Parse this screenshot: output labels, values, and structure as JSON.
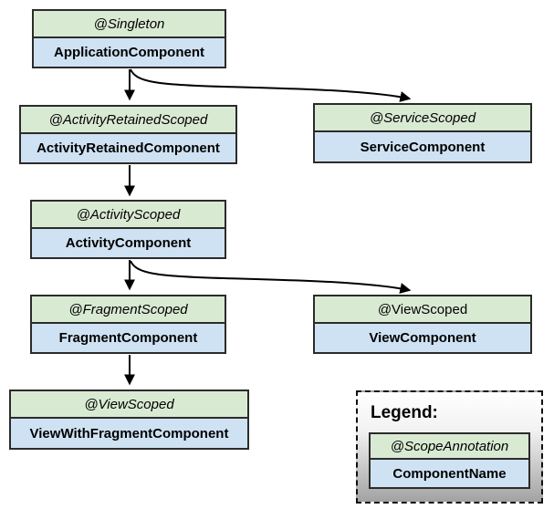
{
  "diagram": {
    "colors": {
      "scope_bg": "#d9ead3",
      "component_bg": "#cfe2f3",
      "border": "#2b2b2b",
      "arrow": "#000000",
      "legend_gradient_top": "#ffffff",
      "legend_gradient_bottom": "#a2a2a2"
    },
    "nodes": [
      {
        "id": "application",
        "scope": "@Singleton",
        "scope_italic": true,
        "component": "ApplicationComponent"
      },
      {
        "id": "activity_retained",
        "scope": "@ActivityRetainedScoped",
        "scope_italic": true,
        "component": "ActivityRetainedComponent"
      },
      {
        "id": "service",
        "scope": "@ServiceScoped",
        "scope_italic": true,
        "component": "ServiceComponent"
      },
      {
        "id": "activity",
        "scope": "@ActivityScoped",
        "scope_italic": true,
        "component": "ActivityComponent"
      },
      {
        "id": "fragment",
        "scope": "@FragmentScoped",
        "scope_italic": true,
        "component": "FragmentComponent"
      },
      {
        "id": "view",
        "scope": "@ViewScoped",
        "scope_italic": false,
        "component": "ViewComponent"
      },
      {
        "id": "view_with_fragment",
        "scope": "@ViewScoped",
        "scope_italic": true,
        "component": "ViewWithFragmentComponent"
      }
    ],
    "edges": [
      {
        "from": "ApplicationComponent",
        "to": "ActivityRetainedComponent",
        "shape": "straight-down"
      },
      {
        "from": "ApplicationComponent",
        "to": "ServiceComponent",
        "shape": "curved-right"
      },
      {
        "from": "ActivityRetainedComponent",
        "to": "ActivityComponent",
        "shape": "straight-down"
      },
      {
        "from": "ActivityComponent",
        "to": "FragmentComponent",
        "shape": "straight-down"
      },
      {
        "from": "ActivityComponent",
        "to": "ViewComponent",
        "shape": "curved-right"
      },
      {
        "from": "FragmentComponent",
        "to": "ViewWithFragmentComponent",
        "shape": "straight-down"
      }
    ],
    "legend": {
      "title": "Legend:",
      "scope_label": "@ScopeAnnotation",
      "component_label": "ComponentName"
    }
  }
}
